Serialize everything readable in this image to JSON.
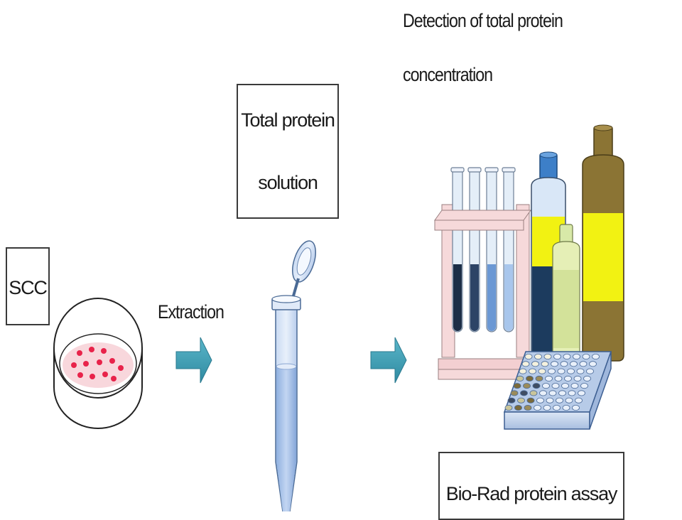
{
  "labels": {
    "detection_line1": "Detection of  total protein",
    "detection_line2": "concentration",
    "total_protein_line1": "Total protein",
    "total_protein_line2": "solution",
    "scc": "SCC",
    "extraction": "Extraction",
    "assay": "Bio-Rad protein assay"
  },
  "colors": {
    "arrow": "#3a9fb5",
    "dish_medium": "#f8d7dc",
    "cell_dots": "#e8234a",
    "tube_liquid": "#a9c6ea",
    "rack": "#f6d9da",
    "bottle_yellow": "#f2f212",
    "bottle_navy": "#1c3b5e",
    "bottle_olive": "#8b7434",
    "bottle_cap_blue": "#3d7fc8"
  },
  "icons": [
    "culture-dish-icon",
    "flow-arrow-icon",
    "microcentrifuge-tube-icon",
    "test-tube-rack-icon",
    "reagent-bottle-icon",
    "well-plate-icon"
  ]
}
